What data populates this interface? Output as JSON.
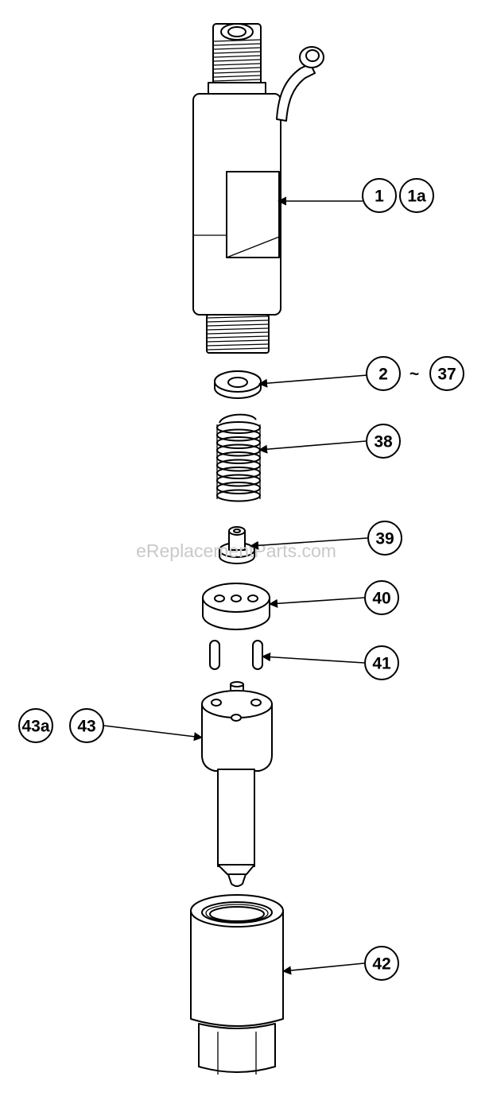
{
  "watermark": "eReplacementParts.com",
  "callouts": {
    "c1": "1",
    "c1a": "1a",
    "c2": "2",
    "tilde": "~",
    "c37": "37",
    "c38": "38",
    "c39": "39",
    "c40": "40",
    "c41": "41",
    "c43a": "43a",
    "c43": "43",
    "c42": "42"
  }
}
